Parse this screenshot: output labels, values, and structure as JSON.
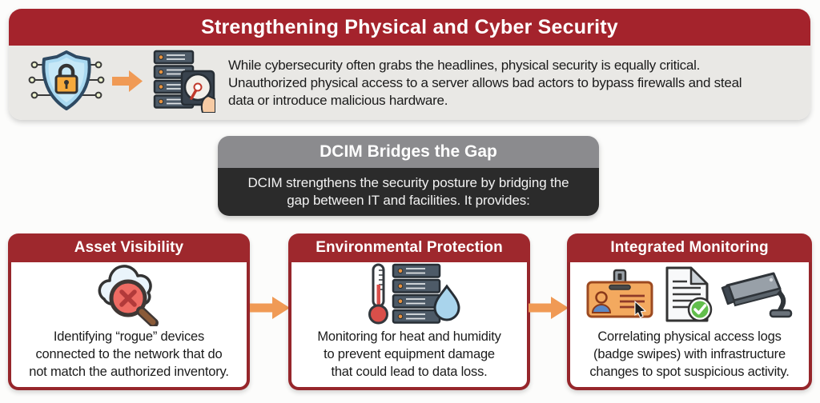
{
  "colors": {
    "banner_red": "#A4232C",
    "card_header_red": "#9E282D",
    "card_border_red": "#96262B",
    "intro_panel_gray": "#E9E8E5",
    "bridge_header_gray": "#8B8B8E",
    "bridge_body_dark": "#2B2B2B",
    "arrow_orange": "#F09A55"
  },
  "hero": {
    "title": "Strengthening Physical and Cyber Security",
    "description_lines": [
      "While cybersecurity often grabs the headlines, physical security is equally critical.",
      "Unauthorized physical access to a server allows bad actors to bypass firewalls and steal",
      "data or introduce malicious hardware."
    ],
    "icons": [
      "shield-lock-icon",
      "arrow-right-icon",
      "server-disk-icon"
    ]
  },
  "bridge": {
    "title": "DCIM Bridges the Gap",
    "description_lines": [
      "DCIM strengthens the security posture by bridging the",
      "gap between IT and facilities. It provides:"
    ]
  },
  "cards": [
    {
      "title": "Asset Visibility",
      "icon": "cloud-search-icon",
      "lines": [
        "Identifying “rogue” devices",
        "connected to the network that do",
        "not match the authorized inventory."
      ]
    },
    {
      "title": "Environmental Protection",
      "icon": "thermometer-server-droplet-icon",
      "lines": [
        "Monitoring for heat and humidity",
        "to prevent equipment damage",
        "that could lead to data loss."
      ]
    },
    {
      "title": "Integrated Monitoring",
      "icons": [
        "id-badge-icon",
        "document-check-icon",
        "cctv-camera-icon"
      ],
      "lines": [
        "Correlating physical access logs",
        "(badge swipes) with infrastructure",
        "changes to spot suspicious activity."
      ]
    }
  ]
}
